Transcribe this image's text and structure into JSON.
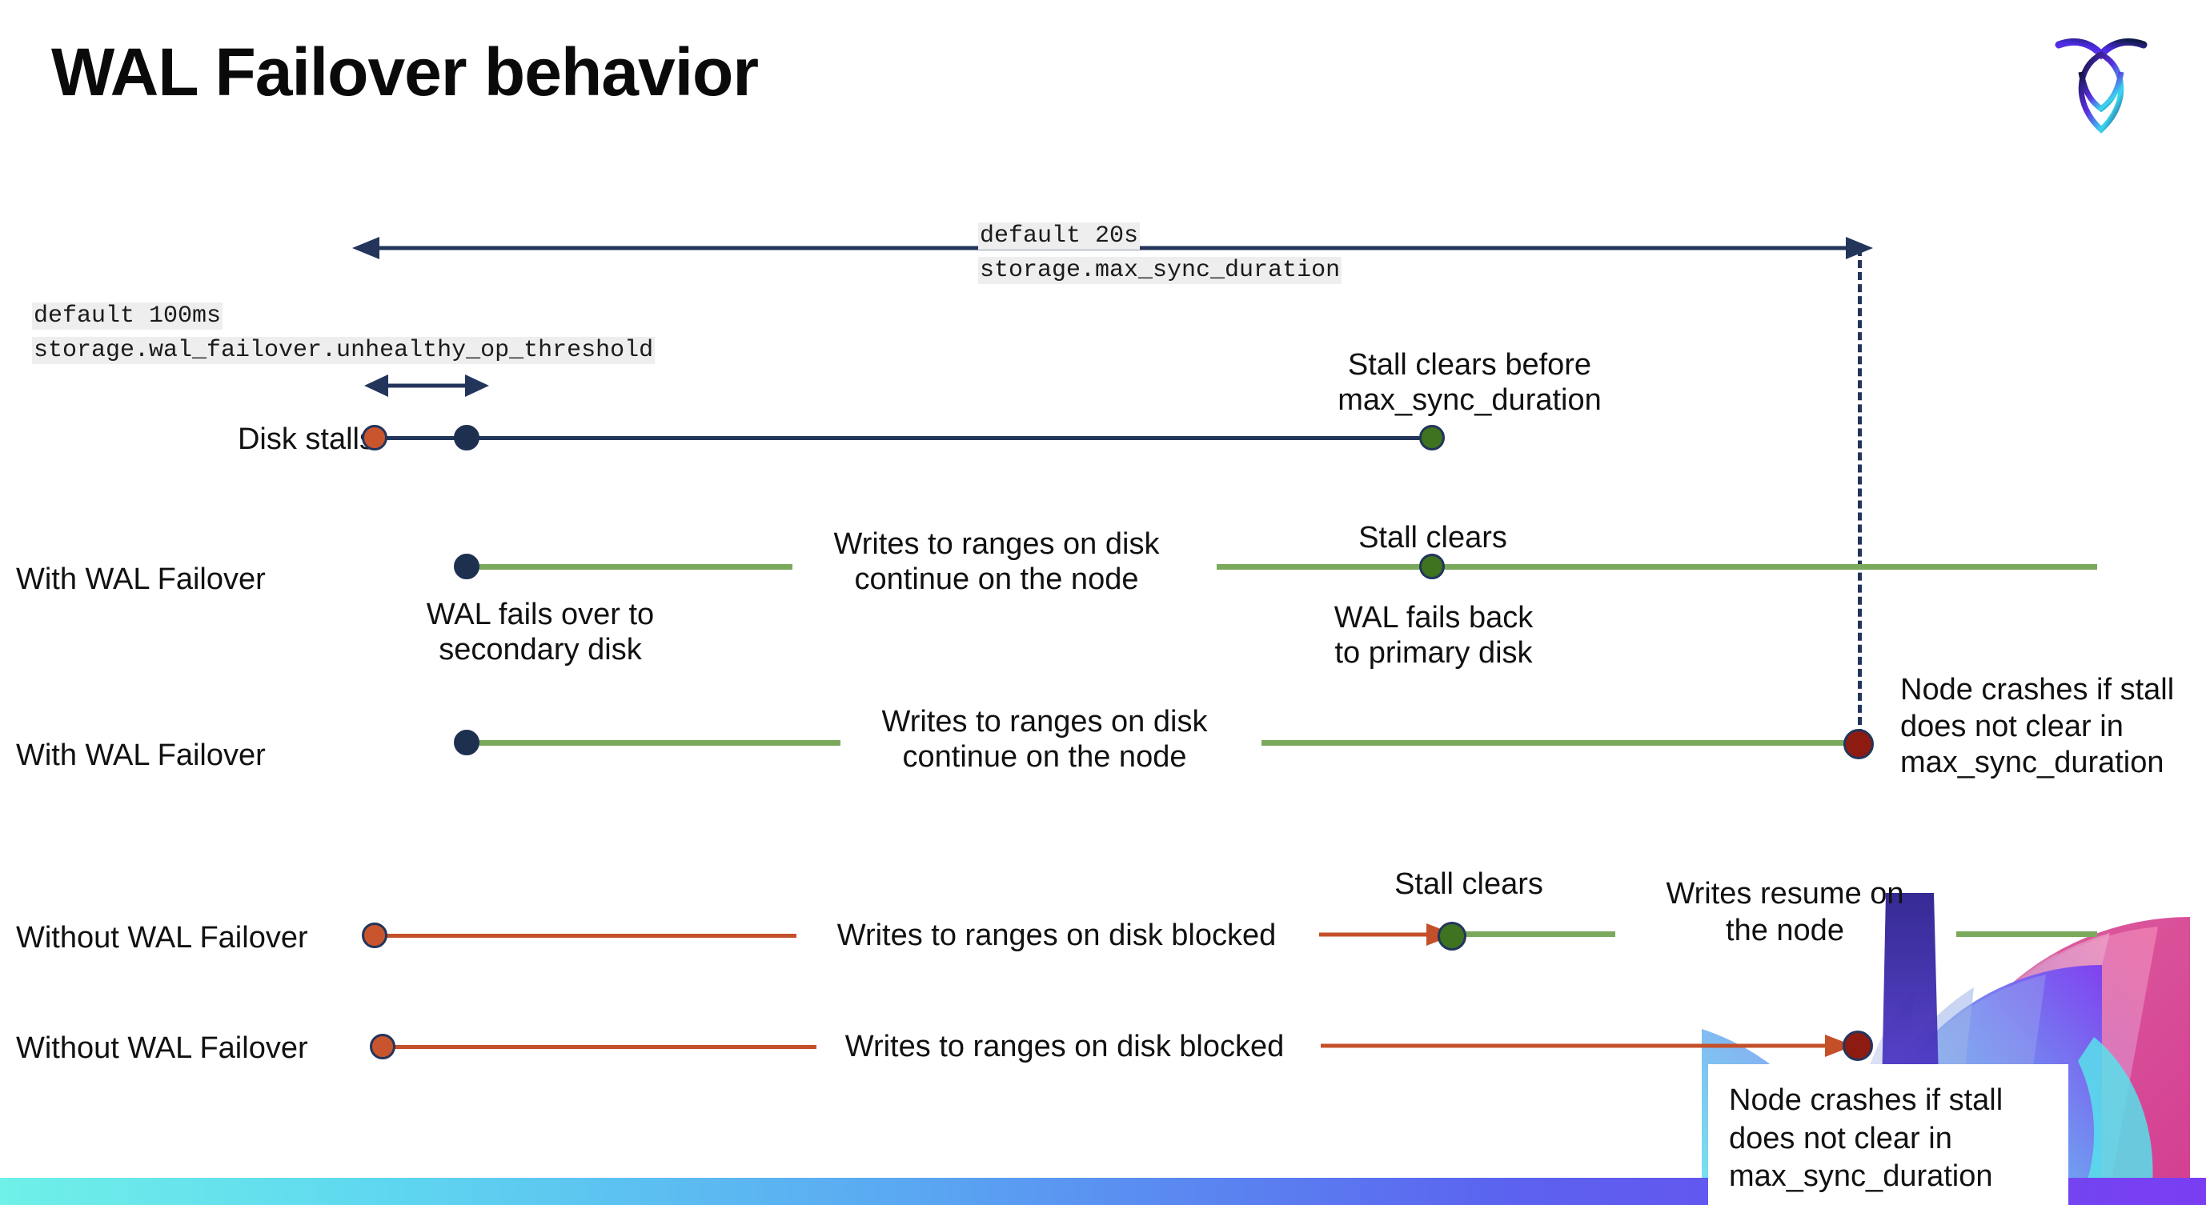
{
  "slide": {
    "title": "WAL Failover behavior",
    "logo_name": "cockroachdb-logo"
  },
  "annotations": {
    "max_sync": {
      "line1": "default 20s",
      "line2": "storage.max_sync_duration"
    },
    "unhealthy_op": {
      "line1": "default 100ms",
      "line2": "storage.wal_failover.unhealthy_op_threshold"
    }
  },
  "rows": [
    {
      "label": "Disk stalls",
      "notes": [
        {
          "line1": "Stall clears before",
          "line2": "max_sync_duration"
        }
      ]
    },
    {
      "label": "With WAL Failover",
      "notes": [
        {
          "line1": "Writes to ranges on disk",
          "line2": "continue on the node"
        },
        {
          "line1": "Stall clears",
          "line2": ""
        },
        {
          "line1": "WAL fails over to",
          "line2": "secondary disk"
        },
        {
          "line1": "WAL fails  back",
          "line2": "to primary disk"
        }
      ]
    },
    {
      "label": "With WAL Failover",
      "notes": [
        {
          "line1": "Writes to ranges on disk",
          "line2": "continue on the node"
        },
        {
          "line1": "Node crashes if stall",
          "line2": "does not clear in",
          "line3": "max_sync_duration"
        }
      ]
    },
    {
      "label": "Without WAL Failover",
      "notes": [
        {
          "line1": "Writes to ranges on disk  blocked",
          "line2": ""
        },
        {
          "line1": "Stall clears",
          "line2": ""
        },
        {
          "line1": "Writes resume on",
          "line2": "the node"
        }
      ]
    },
    {
      "label": "Without WAL Failover",
      "notes": [
        {
          "line1": "Writes to ranges on disk  blocked",
          "line2": ""
        },
        {
          "line1": "Node crashes if stall",
          "line2": "does not clear in",
          "line3": "max_sync_duration"
        }
      ]
    }
  ],
  "colors": {
    "navy": "#23355b",
    "green_line": "#7aa95c",
    "red_line": "#c4502a",
    "orange_dot": "#c9552e",
    "green_dot": "#3f7320",
    "darkred_dot": "#8e1b11",
    "code_highlight": "#eeeeee"
  }
}
